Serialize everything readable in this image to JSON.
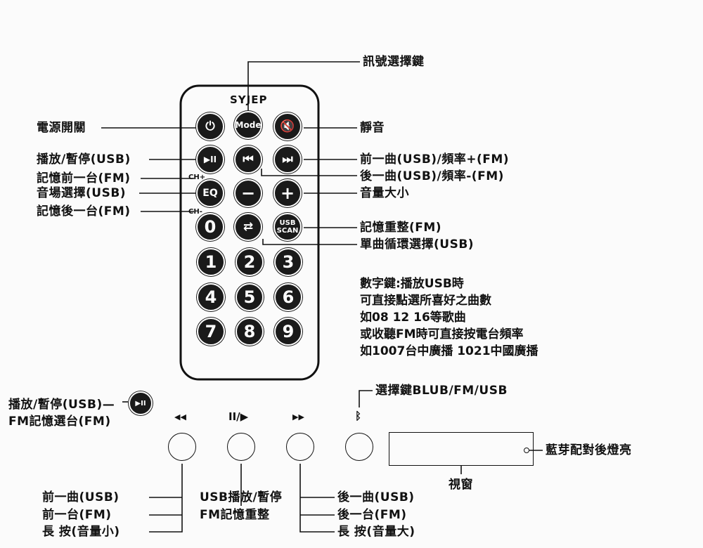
{
  "remote": {
    "brand": "SYJEP",
    "ch_plus": "CH+",
    "ch_minus": "CH-",
    "buttons": {
      "power": "⏻",
      "mode": "Mode",
      "mute": "🔇",
      "play_pause": "▶II",
      "prev": "⏮",
      "next": "⏭",
      "eq": "EQ",
      "minus": "−",
      "plus": "+",
      "zero": "0",
      "repeat": "⇄",
      "usb_scan_1": "USB",
      "usb_scan_2": "SCAN",
      "one": "1",
      "two": "2",
      "three": "3",
      "four": "4",
      "five": "5",
      "six": "6",
      "seven": "7",
      "eight": "8",
      "nine": "9"
    }
  },
  "labels": {
    "signal_select": "訊號選擇鍵",
    "power": "電源開關",
    "mute": "靜音",
    "play_pause": "播放/暫停(USB)",
    "memory_prev": "記憶前一台(FM)",
    "eq_select": "音場選擇(USB)",
    "memory_next": "記憶後一台(FM)",
    "prev_track": "前一曲(USB)/頻率+(FM)",
    "next_track": "後一曲(USB)/頻率-(FM)",
    "volume": "音量大小",
    "memory_reset": "記憶重整(FM)",
    "single_repeat": "單曲循環選擇(USB)"
  },
  "notes": [
    "數字鍵:播放USB時",
    "可直接點選所喜好之曲數",
    "如08  12  16等歌曲",
    "或收聽FM時可直接按電台頻率",
    "如1007台中廣播  1021中國廣播"
  ],
  "panel": {
    "play_pause_1": "播放/暫停(USB)—",
    "play_pause_2": "FM記憶選台(FM)",
    "play_icon": "▶II",
    "sym_prev": "◀◀",
    "sym_play": "II/▶",
    "sym_next": "▶▶",
    "sym_bt": "ᛒ",
    "select_key": "選擇鍵BLUB/FM/USB",
    "bt_light": "藍芽配對後燈亮",
    "window": "視窗",
    "left_1": "前一曲(USB)",
    "left_2": "前一台(FM)",
    "left_3": "長  按(音量小)",
    "mid_1": "USB播放/暫停",
    "mid_2": "FM記憶重整",
    "right_1": "後一曲(USB)",
    "right_2": "後一台(FM)",
    "right_3": "長  按(音量大)"
  }
}
